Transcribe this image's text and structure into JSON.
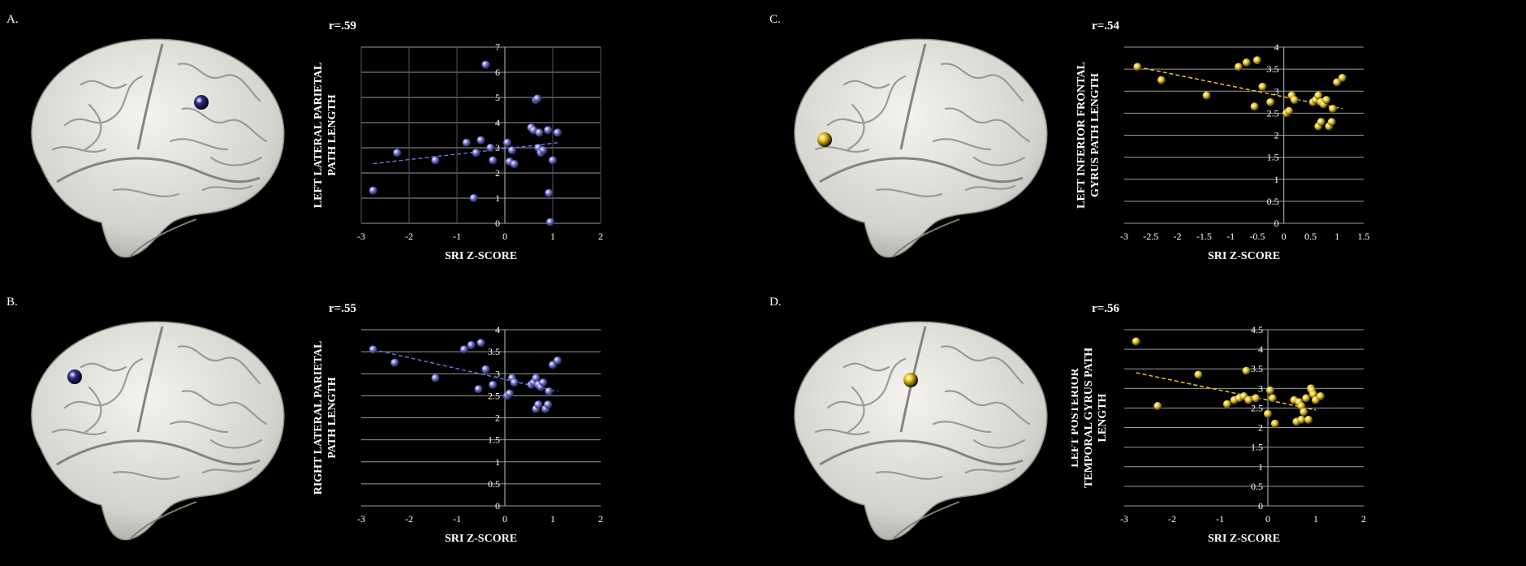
{
  "panels": [
    {
      "letter": "A.",
      "dot_color": "#2e2a8c",
      "chart_data": {
        "type": "scatter",
        "title": "r=.59",
        "xlabel": "SRI Z-SCORE",
        "ylabel_lines": [
          "LEFT LATERAL PARIETAL",
          "PATH LENGTH"
        ],
        "xlim": [
          -3,
          2
        ],
        "ylim": [
          0,
          7
        ],
        "xticks": [
          -3,
          -2,
          -1,
          0,
          1,
          2
        ],
        "yticks": [
          0,
          1,
          2,
          3,
          4,
          5,
          6,
          7
        ],
        "grid": "both",
        "color": "#6a6cd8",
        "trend": [
          [
            -2.75,
            2.37
          ],
          [
            1.1,
            3.2
          ]
        ],
        "points": [
          [
            -2.75,
            1.3
          ],
          [
            -2.25,
            2.8
          ],
          [
            -1.45,
            2.5
          ],
          [
            -0.8,
            3.2
          ],
          [
            -0.65,
            1.0
          ],
          [
            -0.6,
            2.8
          ],
          [
            -0.5,
            3.3
          ],
          [
            -0.4,
            6.3
          ],
          [
            -0.3,
            3.0
          ],
          [
            -0.25,
            2.5
          ],
          [
            0.05,
            3.2
          ],
          [
            0.1,
            2.45
          ],
          [
            0.15,
            2.9
          ],
          [
            0.2,
            2.35
          ],
          [
            0.55,
            3.8
          ],
          [
            0.6,
            3.7
          ],
          [
            0.65,
            4.9
          ],
          [
            0.68,
            4.95
          ],
          [
            0.7,
            3.0
          ],
          [
            0.72,
            3.6
          ],
          [
            0.75,
            2.8
          ],
          [
            0.8,
            2.9
          ],
          [
            0.9,
            3.7
          ],
          [
            0.92,
            1.2
          ],
          [
            0.95,
            0.05
          ],
          [
            1.0,
            2.5
          ],
          [
            1.1,
            3.6
          ]
        ]
      }
    },
    {
      "letter": "B.",
      "dot_color": "#2e2a8c",
      "chart_data": {
        "type": "scatter",
        "title": "r=.55",
        "xlabel": "SRI Z-SCORE",
        "ylabel_lines": [
          "RIGHT LATERAL PARIETAL",
          "PATH LENGTH"
        ],
        "xlim": [
          -3,
          2
        ],
        "ylim": [
          0,
          4
        ],
        "xticks": [
          -3,
          -2,
          -1,
          0,
          1,
          2
        ],
        "yticks": [
          0,
          0.5,
          1,
          1.5,
          2,
          2.5,
          3,
          3.5,
          4
        ],
        "grid": "y",
        "color": "#6a6cd8",
        "trend": [
          [
            -2.75,
            3.55
          ],
          [
            1.1,
            2.6
          ]
        ],
        "points": [
          [
            -2.75,
            3.55
          ],
          [
            -2.3,
            3.25
          ],
          [
            -1.45,
            2.9
          ],
          [
            -0.85,
            3.55
          ],
          [
            -0.7,
            3.65
          ],
          [
            -0.55,
            2.65
          ],
          [
            -0.5,
            3.7
          ],
          [
            -0.4,
            3.1
          ],
          [
            -0.25,
            2.75
          ],
          [
            0.05,
            2.5
          ],
          [
            0.1,
            2.55
          ],
          [
            0.15,
            2.9
          ],
          [
            0.2,
            2.8
          ],
          [
            0.55,
            2.75
          ],
          [
            0.6,
            2.8
          ],
          [
            0.65,
            2.9
          ],
          [
            0.65,
            2.2
          ],
          [
            0.7,
            2.75
          ],
          [
            0.7,
            2.3
          ],
          [
            0.75,
            2.7
          ],
          [
            0.8,
            2.8
          ],
          [
            0.85,
            2.2
          ],
          [
            0.9,
            2.3
          ],
          [
            0.92,
            2.6
          ],
          [
            1.0,
            3.2
          ],
          [
            1.1,
            3.3
          ]
        ]
      }
    },
    {
      "letter": "C.",
      "dot_color": "#e6c21a",
      "chart_data": {
        "type": "scatter",
        "title": "r=.54",
        "xlabel": "SRI Z-SCORE",
        "ylabel_lines": [
          "LEFT INFERIOR FRONTAL",
          "GYRUS PATH LENGTH"
        ],
        "xlim": [
          -3,
          1.5
        ],
        "ylim": [
          0,
          4
        ],
        "xticks": [
          -3,
          -2.5,
          -2,
          -1.5,
          -1,
          -0.5,
          0,
          0.5,
          1,
          1.5
        ],
        "yticks": [
          0,
          0.5,
          1,
          1.5,
          2,
          2.5,
          3,
          3.5,
          4
        ],
        "grid": "y",
        "color": "#e6c21a",
        "trend": [
          [
            -2.75,
            3.55
          ],
          [
            1.1,
            2.6
          ]
        ],
        "points": [
          [
            -2.75,
            3.55
          ],
          [
            -2.3,
            3.25
          ],
          [
            -1.45,
            2.9
          ],
          [
            -0.85,
            3.55
          ],
          [
            -0.7,
            3.65
          ],
          [
            -0.55,
            2.65
          ],
          [
            -0.5,
            3.7
          ],
          [
            -0.4,
            3.1
          ],
          [
            -0.25,
            2.75
          ],
          [
            0.05,
            2.5
          ],
          [
            0.1,
            2.55
          ],
          [
            0.15,
            2.9
          ],
          [
            0.2,
            2.8
          ],
          [
            0.55,
            2.75
          ],
          [
            0.6,
            2.8
          ],
          [
            0.65,
            2.9
          ],
          [
            0.65,
            2.2
          ],
          [
            0.7,
            2.75
          ],
          [
            0.7,
            2.3
          ],
          [
            0.75,
            2.7
          ],
          [
            0.8,
            2.8
          ],
          [
            0.85,
            2.2
          ],
          [
            0.9,
            2.3
          ],
          [
            0.92,
            2.6
          ],
          [
            1.0,
            3.2
          ],
          [
            1.1,
            3.3
          ]
        ]
      }
    },
    {
      "letter": "D.",
      "dot_color": "#e6c21a",
      "chart_data": {
        "type": "scatter",
        "title": "r=.56",
        "xlabel": "SRI Z-SCORE",
        "ylabel_lines": [
          "LEFT POSTERIOR",
          "TEMPORAL GYRUS PATH",
          "LENGTH"
        ],
        "xlim": [
          -3,
          2
        ],
        "ylim": [
          0,
          4.5
        ],
        "xticks": [
          -3,
          -2,
          -1,
          0,
          1,
          2
        ],
        "yticks": [
          0,
          0.5,
          1,
          1.5,
          2,
          2.5,
          3,
          3.5,
          4,
          4.5
        ],
        "grid": "y",
        "color": "#e6c21a",
        "trend": [
          [
            -2.75,
            3.4
          ],
          [
            1.0,
            2.45
          ]
        ],
        "points": [
          [
            -2.75,
            4.2
          ],
          [
            -2.3,
            2.55
          ],
          [
            -1.45,
            3.35
          ],
          [
            -0.85,
            2.6
          ],
          [
            -0.7,
            2.7
          ],
          [
            -0.6,
            2.75
          ],
          [
            -0.5,
            2.8
          ],
          [
            -0.45,
            3.45
          ],
          [
            -0.4,
            2.7
          ],
          [
            -0.25,
            2.75
          ],
          [
            0.0,
            2.35
          ],
          [
            0.05,
            2.95
          ],
          [
            0.1,
            2.75
          ],
          [
            0.15,
            2.1
          ],
          [
            0.55,
            2.7
          ],
          [
            0.6,
            2.15
          ],
          [
            0.65,
            2.65
          ],
          [
            0.7,
            2.2
          ],
          [
            0.7,
            2.55
          ],
          [
            0.75,
            2.4
          ],
          [
            0.8,
            2.75
          ],
          [
            0.85,
            2.2
          ],
          [
            0.9,
            3.0
          ],
          [
            0.92,
            2.95
          ],
          [
            0.95,
            2.85
          ],
          [
            1.0,
            2.7
          ],
          [
            1.1,
            2.8
          ]
        ]
      }
    }
  ]
}
